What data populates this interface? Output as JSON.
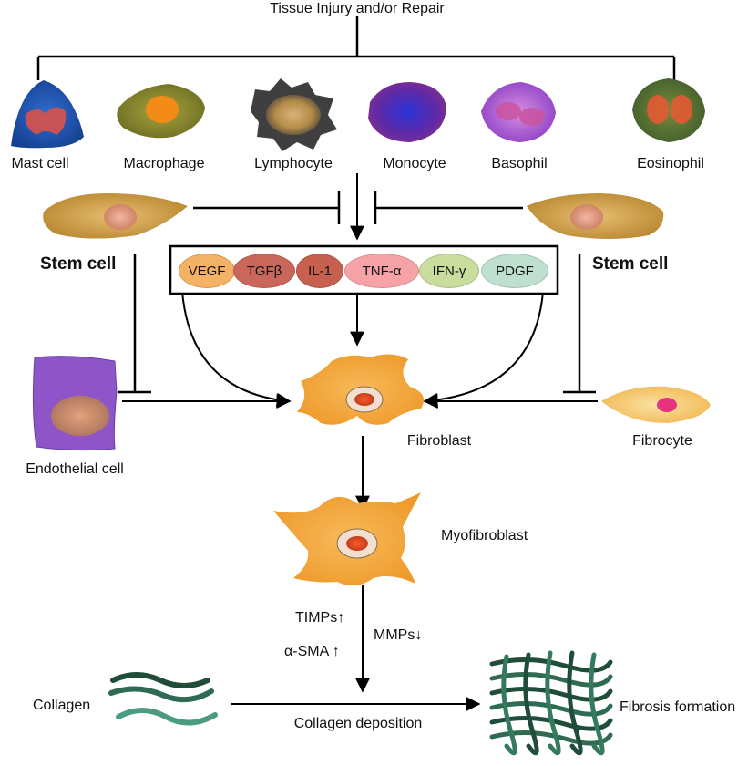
{
  "title": "Tissue Injury and/or Repair",
  "immune_cells": [
    {
      "label": "Mast cell"
    },
    {
      "label": "Macrophage"
    },
    {
      "label": "Lymphocyte"
    },
    {
      "label": "Monocyte"
    },
    {
      "label": "Basophil"
    },
    {
      "label": "Eosinophil"
    }
  ],
  "stem_cell_left": "Stem cell",
  "stem_cell_right": "Stem cell",
  "cytokines": [
    {
      "label": "VEGF",
      "color": "#f4b266"
    },
    {
      "label": "TGFβ",
      "color": "#c9685a"
    },
    {
      "label": "IL-1",
      "color": "#c7604f"
    },
    {
      "label": "TNF-α",
      "color": "#f5a3a6"
    },
    {
      "label": "IFN-γ",
      "color": "#c9dd9c"
    },
    {
      "label": "PDGF",
      "color": "#bfe0cf"
    }
  ],
  "endothelial_cell": "Endothelial cell",
  "fibroblast": "Fibroblast",
  "fibrocyte": "Fibrocyte",
  "myofibroblast": "Myofibroblast",
  "timps": "TIMPs↑",
  "asma": "α-SMA ↑",
  "mmps": "MMPs↓",
  "collagen": "Collagen",
  "collagen_deposition": "Collagen deposition",
  "fibrosis_formation": "Fibrosis formation",
  "colors": {
    "line": "#000000",
    "fibroblast_fill": "#f5a43c",
    "stem_fill": "#c9953f",
    "endothelial_fill": "#8e55c9",
    "collagen_dark": "#1f4d3a",
    "collagen_light": "#4a9c7f"
  }
}
